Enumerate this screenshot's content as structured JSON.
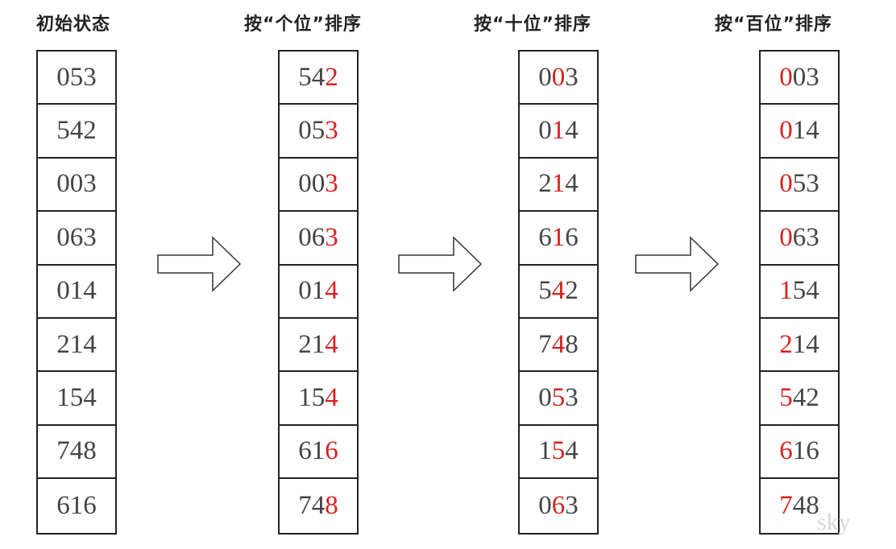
{
  "columns": [
    {
      "title": "初始状态",
      "highlight_digit": null,
      "values": [
        "053",
        "542",
        "003",
        "063",
        "014",
        "214",
        "154",
        "748",
        "616"
      ]
    },
    {
      "title": "按“个位”排序",
      "highlight_digit": 2,
      "values": [
        "542",
        "053",
        "003",
        "063",
        "014",
        "214",
        "154",
        "616",
        "748"
      ]
    },
    {
      "title": "按“十位”排序",
      "highlight_digit": 1,
      "values": [
        "003",
        "014",
        "214",
        "616",
        "542",
        "748",
        "053",
        "154",
        "063"
      ]
    },
    {
      "title": "按“百位”排序",
      "highlight_digit": 0,
      "values": [
        "003",
        "014",
        "053",
        "063",
        "154",
        "214",
        "542",
        "616",
        "748"
      ]
    }
  ],
  "arrows": [
    "arrow-right-icon",
    "arrow-right-icon",
    "arrow-right-icon"
  ],
  "colors": {
    "highlight": "#d92020",
    "text": "#444444",
    "border": "#222222"
  },
  "watermark": "sky"
}
